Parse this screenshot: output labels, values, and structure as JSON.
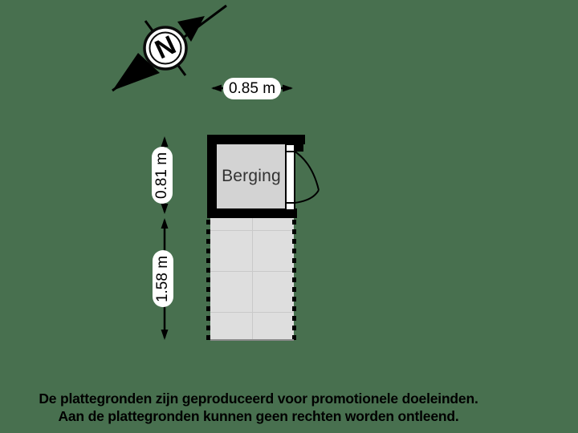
{
  "background_color": "#48704F",
  "compass": {
    "letter": "N"
  },
  "room": {
    "label": "Berging",
    "wall_color": "#000000",
    "floor_color": "#d3d3d3"
  },
  "terrace": {
    "floor_color": "#dedede",
    "grid_color": "#c9c9c9"
  },
  "door": {
    "color": "#ffffff"
  },
  "dimensions": {
    "pill_color": "#ffffff",
    "width_top": "0.85 m",
    "room_depth": "0.81 m",
    "terrace_depth": "1.58 m"
  },
  "disclaimer": {
    "line1": "De plattegronden zijn geproduceerd voor promotionele doeleinden.",
    "line2": "Aan de plattegronden kunnen geen rechten worden ontleend."
  }
}
